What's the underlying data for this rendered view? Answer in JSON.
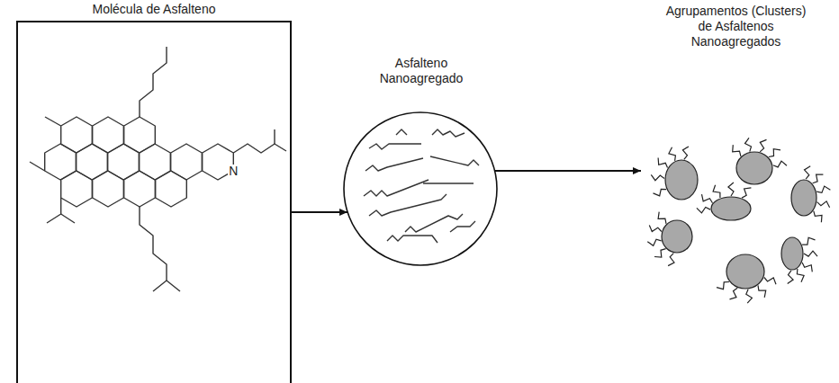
{
  "diagram": {
    "nodes": [
      {
        "text": [
          "Molécula de Asfalteno"
        ]
      },
      {
        "text": [
          "Asfalteno Nanoagregado"
        ]
      },
      {
        "text": [
          "Agrupamentos (Clusters) de Asfaltenos Nanoagregados"
        ]
      }
    ],
    "edges": [
      {
        "from": 0,
        "to": 1,
        "arrow": "to"
      },
      {
        "from": 1,
        "to": 2,
        "arrow": "to"
      }
    ],
    "labels": [
      "N"
    ]
  }
}
